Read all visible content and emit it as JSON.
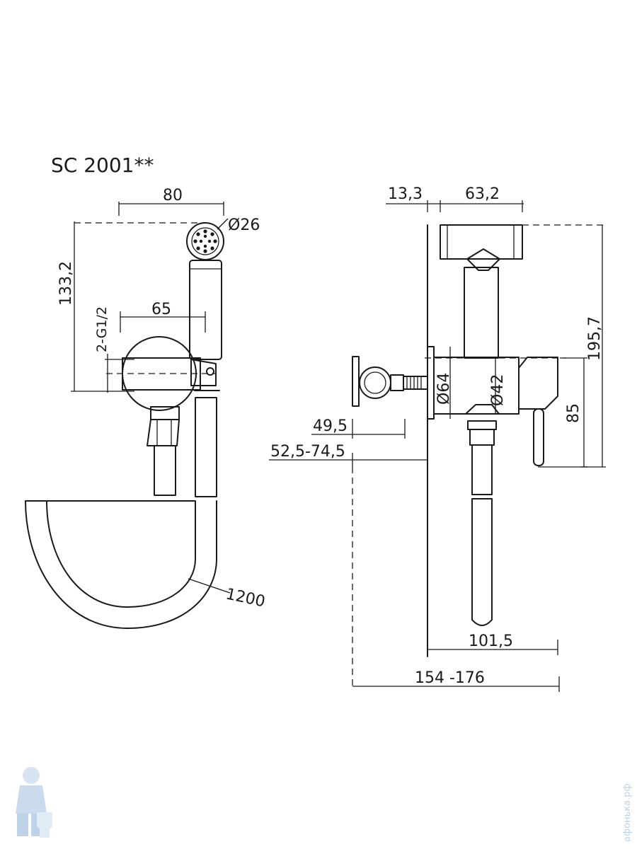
{
  "title": "SC 2001**",
  "dimensions": {
    "top_width": "80",
    "head_diameter": "Ø26",
    "height_left": "133,2",
    "thread": "2-G1/2",
    "spacing": "65",
    "hose_length": "1200",
    "offset_wall": "13,3",
    "top_right_width": "63,2",
    "total_height": "195,7",
    "body_diameter_outer": "Ø64",
    "body_diameter_inner": "Ø42",
    "lower_height": "85",
    "depth_a": "49,5",
    "depth_range": "52,5-74,5",
    "projection": "101,5",
    "total_depth": "154 -176"
  },
  "watermark": "афонька.рф"
}
